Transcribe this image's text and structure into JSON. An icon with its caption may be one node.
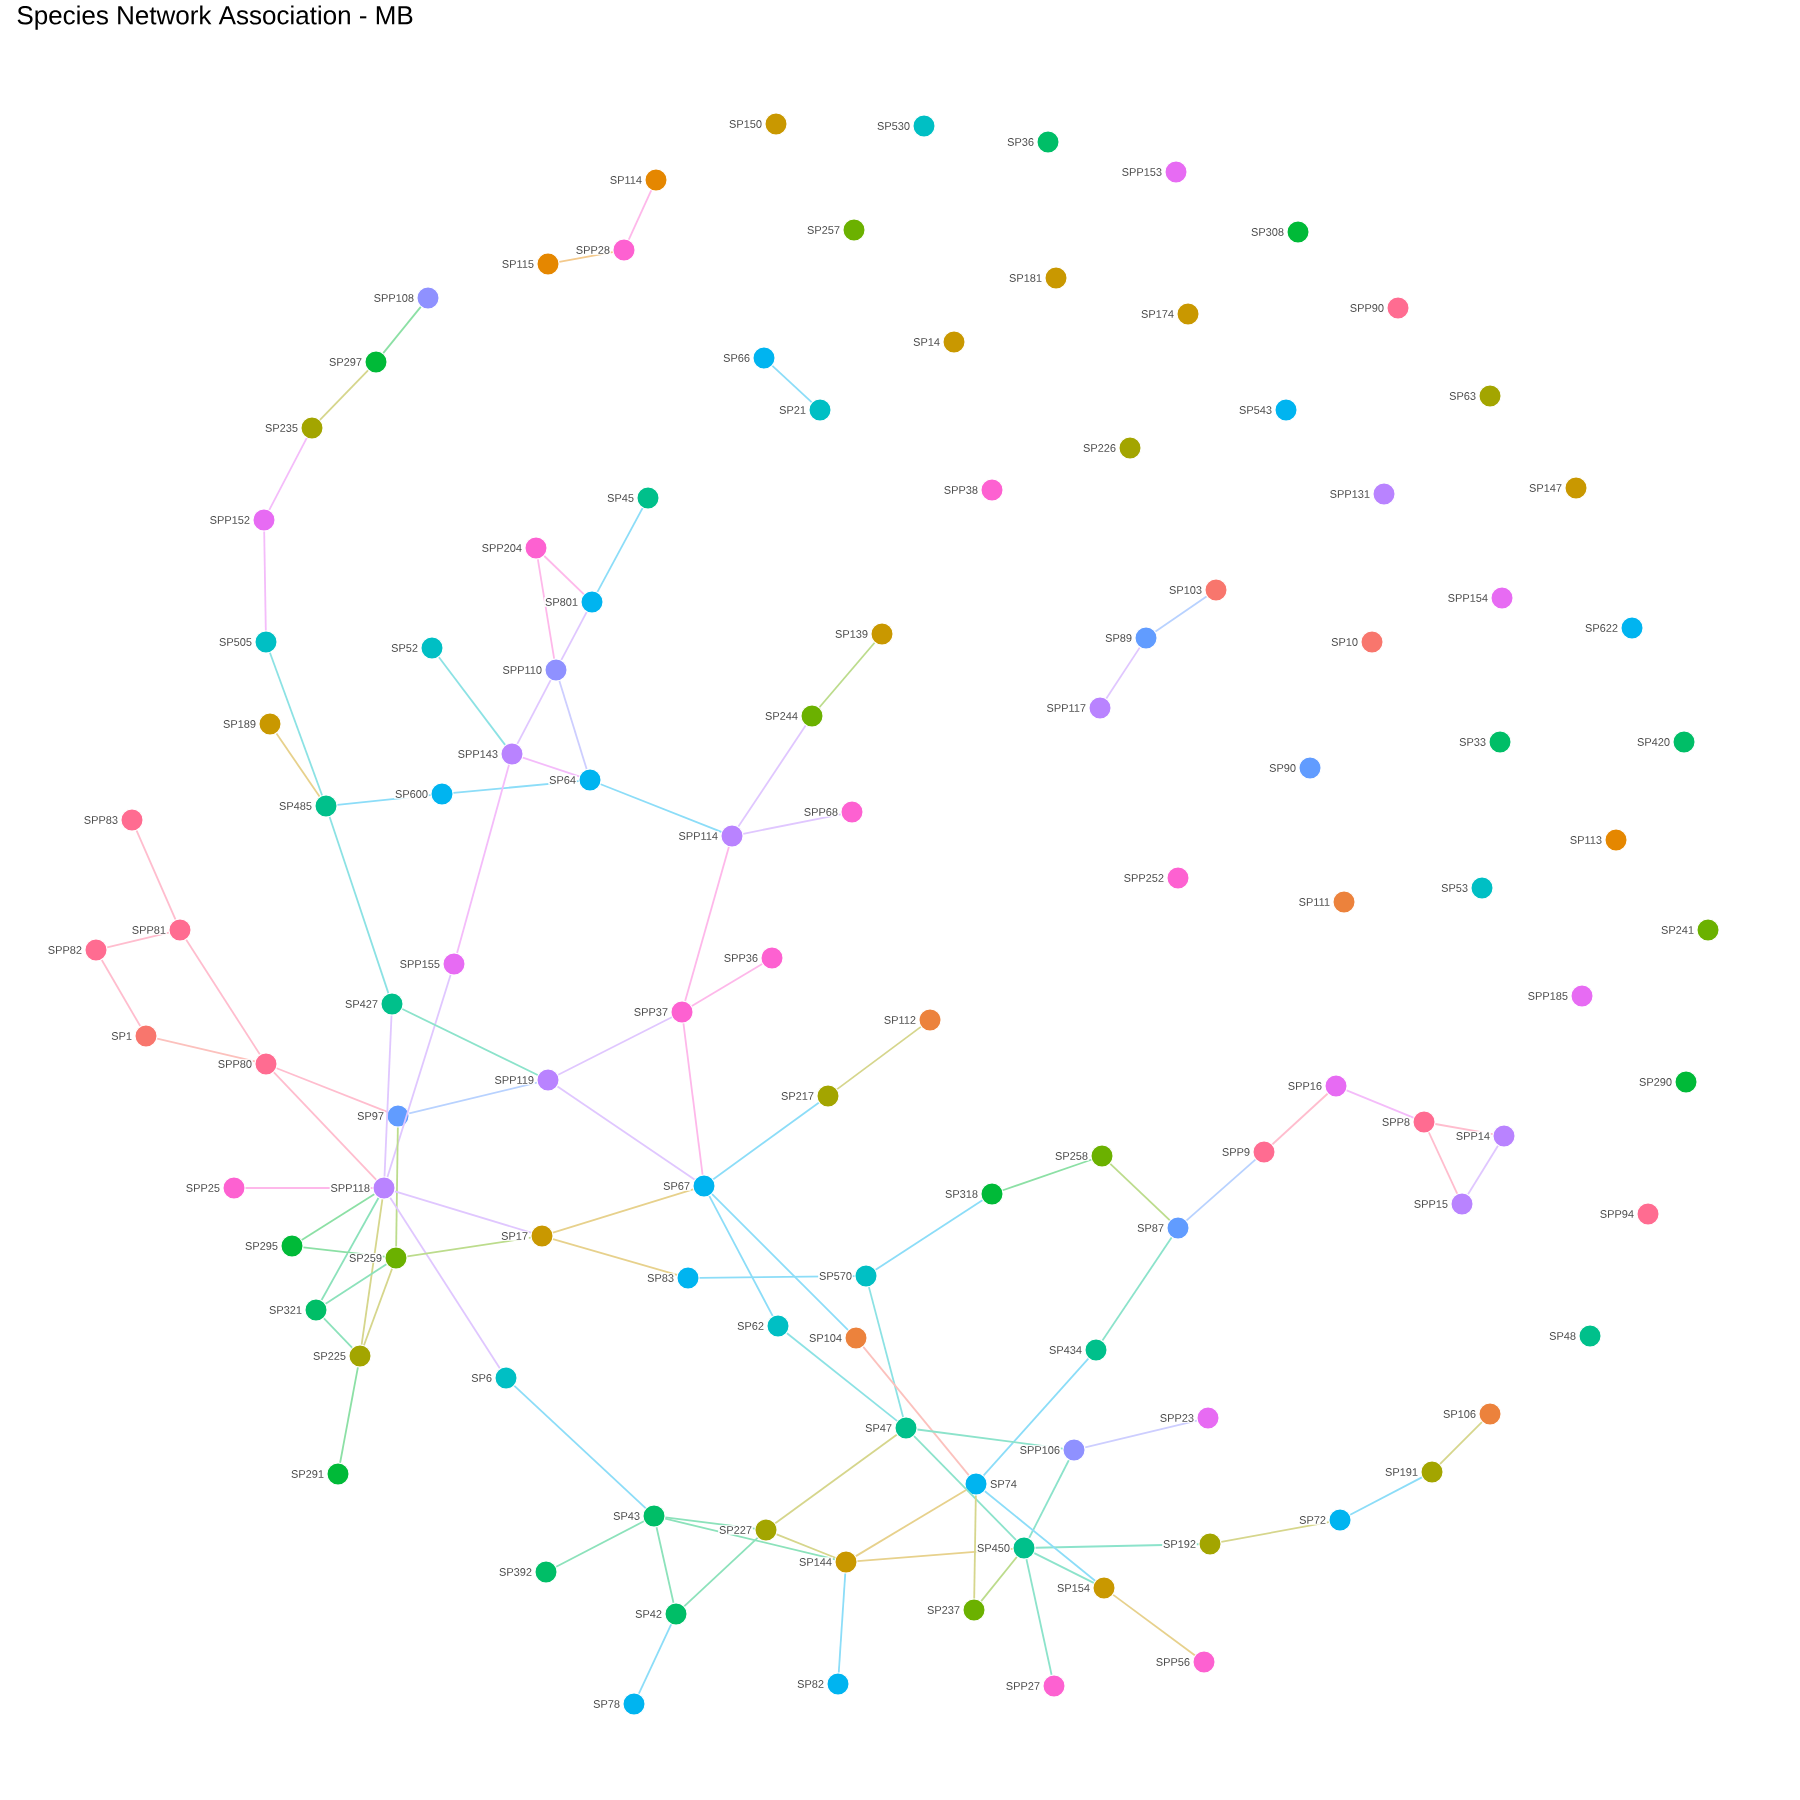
{
  "diagram": {
    "title": "Species Network Association - MB",
    "nodes": [
      {
        "text": [
          "SP150"
        ]
      },
      {
        "text": [
          "SP530"
        ]
      },
      {
        "text": [
          "SP36"
        ]
      },
      {
        "text": [
          "SPP153"
        ]
      },
      {
        "text": [
          "SP114"
        ]
      },
      {
        "text": [
          "SPP28"
        ]
      },
      {
        "text": [
          "SP115"
        ]
      },
      {
        "text": [
          "SP257"
        ]
      },
      {
        "text": [
          "SP308"
        ]
      },
      {
        "text": [
          "SP181"
        ]
      },
      {
        "text": [
          "SPP108"
        ]
      },
      {
        "text": [
          "SPP90"
        ]
      },
      {
        "text": [
          "SP174"
        ]
      },
      {
        "text": [
          "SP14"
        ]
      },
      {
        "text": [
          "SP66"
        ]
      },
      {
        "text": [
          "SP297"
        ]
      },
      {
        "text": [
          "SP21"
        ]
      },
      {
        "text": [
          "SP543"
        ]
      },
      {
        "text": [
          "SP63"
        ]
      },
      {
        "text": [
          "SP235"
        ]
      },
      {
        "text": [
          "SP226"
        ]
      },
      {
        "text": [
          "SPP38"
        ]
      },
      {
        "text": [
          "SPP131"
        ]
      },
      {
        "text": [
          "SP147"
        ]
      },
      {
        "text": [
          "SP45"
        ]
      },
      {
        "text": [
          "SPP152"
        ]
      },
      {
        "text": [
          "SPP204"
        ]
      },
      {
        "text": [
          "SP103"
        ]
      },
      {
        "text": [
          "SPP154"
        ]
      },
      {
        "text": [
          "SP801"
        ]
      },
      {
        "text": [
          "SP622"
        ]
      },
      {
        "text": [
          "SP139"
        ]
      },
      {
        "text": [
          "SP89"
        ]
      },
      {
        "text": [
          "SP10"
        ]
      },
      {
        "text": [
          "SP505"
        ]
      },
      {
        "text": [
          "SP52"
        ]
      },
      {
        "text": [
          "SPP110"
        ]
      },
      {
        "text": [
          "SPP117"
        ]
      },
      {
        "text": [
          "SP244"
        ]
      },
      {
        "text": [
          "SP189"
        ]
      },
      {
        "text": [
          "SP33"
        ]
      },
      {
        "text": [
          "SP420"
        ]
      },
      {
        "text": [
          "SPP143"
        ]
      },
      {
        "text": [
          "SP90"
        ]
      },
      {
        "text": [
          "SP64"
        ]
      },
      {
        "text": [
          "SP600"
        ]
      },
      {
        "text": [
          "SP485"
        ]
      },
      {
        "text": [
          "SPP68"
        ]
      },
      {
        "text": [
          "SPP83"
        ]
      },
      {
        "text": [
          "SPP114"
        ]
      },
      {
        "text": [
          "SP113"
        ]
      },
      {
        "text": [
          "SPP252"
        ]
      },
      {
        "text": [
          "SP53"
        ]
      },
      {
        "text": [
          "SP111"
        ]
      },
      {
        "text": [
          "SP241"
        ]
      },
      {
        "text": [
          "SPP81"
        ]
      },
      {
        "text": [
          "SPP82"
        ]
      },
      {
        "text": [
          "SPP36"
        ]
      },
      {
        "text": [
          "SPP155"
        ]
      },
      {
        "text": [
          "SPP185"
        ]
      },
      {
        "text": [
          "SP427"
        ]
      },
      {
        "text": [
          "SPP37"
        ]
      },
      {
        "text": [
          "SP112"
        ]
      },
      {
        "text": [
          "SP1"
        ]
      },
      {
        "text": [
          "SPP80"
        ]
      },
      {
        "text": [
          "SPP119"
        ]
      },
      {
        "text": [
          "SP290"
        ]
      },
      {
        "text": [
          "SPP16"
        ]
      },
      {
        "text": [
          "SP217"
        ]
      },
      {
        "text": [
          "SP97"
        ]
      },
      {
        "text": [
          "SPP8"
        ]
      },
      {
        "text": [
          "SPP14"
        ]
      },
      {
        "text": [
          "SPP9"
        ]
      },
      {
        "text": [
          "SP258"
        ]
      },
      {
        "text": [
          "SPP25"
        ]
      },
      {
        "text": [
          "SPP118"
        ]
      },
      {
        "text": [
          "SP67"
        ]
      },
      {
        "text": [
          "SP318"
        ]
      },
      {
        "text": [
          "SPP15"
        ]
      },
      {
        "text": [
          "SPP94"
        ]
      },
      {
        "text": [
          "SP87"
        ]
      },
      {
        "text": [
          "SP17"
        ]
      },
      {
        "text": [
          "SP295"
        ]
      },
      {
        "text": [
          "SP259"
        ]
      },
      {
        "text": [
          "SP83"
        ]
      },
      {
        "text": [
          "SP570"
        ]
      },
      {
        "text": [
          "SP321"
        ]
      },
      {
        "text": [
          "SP62"
        ]
      },
      {
        "text": [
          "SP48"
        ]
      },
      {
        "text": [
          "SP104"
        ]
      },
      {
        "text": [
          "SP434"
        ]
      },
      {
        "text": [
          "SP225"
        ]
      },
      {
        "text": [
          "SP6"
        ]
      },
      {
        "text": [
          "SP106"
        ]
      },
      {
        "text": [
          "SPP23"
        ]
      },
      {
        "text": [
          "SP47"
        ]
      },
      {
        "text": [
          "SPP106"
        ]
      },
      {
        "text": [
          "SP191"
        ]
      },
      {
        "text": [
          "SP291"
        ]
      },
      {
        "text": [
          "SP74"
        ]
      },
      {
        "text": [
          "SP43"
        ]
      },
      {
        "text": [
          "SP72"
        ]
      },
      {
        "text": [
          "SP227"
        ]
      },
      {
        "text": [
          "SP192"
        ]
      },
      {
        "text": [
          "SP450"
        ]
      },
      {
        "text": [
          "SP144"
        ]
      },
      {
        "text": [
          "SP392"
        ]
      },
      {
        "text": [
          "SP154"
        ]
      },
      {
        "text": [
          "SP237"
        ]
      },
      {
        "text": [
          "SP42"
        ]
      },
      {
        "text": [
          "SPP56"
        ]
      },
      {
        "text": [
          "SP82"
        ]
      },
      {
        "text": [
          "SPP27"
        ]
      },
      {
        "text": [
          "SP78"
        ]
      }
    ],
    "edges": [
      {
        "from": 6,
        "to": 5,
        "arrow": "none",
        "color": "#f3c98c"
      },
      {
        "from": 4,
        "to": 5,
        "arrow": "none",
        "color": "#feb8ea"
      },
      {
        "from": 10,
        "to": 15,
        "arrow": "none",
        "color": "#8ce0a5"
      },
      {
        "from": 15,
        "to": 19,
        "arrow": "none",
        "color": "#d6d68c"
      },
      {
        "from": 19,
        "to": 25,
        "arrow": "none",
        "color": "#f4bcfa"
      },
      {
        "from": 25,
        "to": 34,
        "arrow": "none",
        "color": "#f4bcfa"
      },
      {
        "from": 34,
        "to": 46,
        "arrow": "none",
        "color": "#8ce2e4"
      },
      {
        "from": 39,
        "to": 46,
        "arrow": "none",
        "color": "#e7d18c"
      },
      {
        "from": 46,
        "to": 45,
        "arrow": "none",
        "color": "#8cddf8"
      },
      {
        "from": 45,
        "to": 44,
        "arrow": "none",
        "color": "#8cddf8"
      },
      {
        "from": 46,
        "to": 60,
        "arrow": "none",
        "color": "#8ce2e4"
      },
      {
        "from": 14,
        "to": 16,
        "arrow": "none",
        "color": "#8cddf8"
      },
      {
        "from": 24,
        "to": 29,
        "arrow": "none",
        "color": "#8cddf8"
      },
      {
        "from": 26,
        "to": 29,
        "arrow": "none",
        "color": "#feb8ea"
      },
      {
        "from": 26,
        "to": 36,
        "arrow": "none",
        "color": "#feb8ea"
      },
      {
        "from": 29,
        "to": 36,
        "arrow": "none",
        "color": "#e0c7ff"
      },
      {
        "from": 36,
        "to": 44,
        "arrow": "none",
        "color": "#cdceff"
      },
      {
        "from": 36,
        "to": 42,
        "arrow": "none",
        "color": "#e0c7ff"
      },
      {
        "from": 35,
        "to": 42,
        "arrow": "none",
        "color": "#8ce2e4"
      },
      {
        "from": 42,
        "to": 44,
        "arrow": "none",
        "color": "#f4bcfa"
      },
      {
        "from": 42,
        "to": 58,
        "arrow": "none",
        "color": "#f4bcfa"
      },
      {
        "from": 44,
        "to": 49,
        "arrow": "none",
        "color": "#8cddf8"
      },
      {
        "from": 31,
        "to": 38,
        "arrow": "none",
        "color": "#bcdc8c"
      },
      {
        "from": 38,
        "to": 49,
        "arrow": "none",
        "color": "#e0c7ff"
      },
      {
        "from": 49,
        "to": 47,
        "arrow": "none",
        "color": "#e0c7ff"
      },
      {
        "from": 49,
        "to": 61,
        "arrow": "none",
        "color": "#feb8ea"
      },
      {
        "from": 27,
        "to": 32,
        "arrow": "none",
        "color": "#b8d2ff"
      },
      {
        "from": 32,
        "to": 37,
        "arrow": "none",
        "color": "#e0c7ff"
      },
      {
        "from": 48,
        "to": 55,
        "arrow": "none",
        "color": "#ffbdce"
      },
      {
        "from": 55,
        "to": 56,
        "arrow": "none",
        "color": "#ffbdce"
      },
      {
        "from": 56,
        "to": 63,
        "arrow": "none",
        "color": "#ffbdce"
      },
      {
        "from": 55,
        "to": 64,
        "arrow": "none",
        "color": "#ffbdce"
      },
      {
        "from": 63,
        "to": 64,
        "arrow": "none",
        "color": "#fcc1bd"
      },
      {
        "from": 64,
        "to": 69,
        "arrow": "none",
        "color": "#ffbdce"
      },
      {
        "from": 64,
        "to": 75,
        "arrow": "none",
        "color": "#ffbdce"
      },
      {
        "from": 58,
        "to": 75,
        "arrow": "none",
        "color": "#e0c7ff"
      },
      {
        "from": 60,
        "to": 75,
        "arrow": "none",
        "color": "#e0c7ff"
      },
      {
        "from": 60,
        "to": 65,
        "arrow": "none",
        "color": "#8ce3cb"
      },
      {
        "from": 69,
        "to": 65,
        "arrow": "none",
        "color": "#b8d2ff"
      },
      {
        "from": 65,
        "to": 61,
        "arrow": "none",
        "color": "#e0c7ff"
      },
      {
        "from": 65,
        "to": 76,
        "arrow": "none",
        "color": "#e0c7ff"
      },
      {
        "from": 61,
        "to": 57,
        "arrow": "none",
        "color": "#feb8ea"
      },
      {
        "from": 61,
        "to": 76,
        "arrow": "none",
        "color": "#feb8ea"
      },
      {
        "from": 62,
        "to": 68,
        "arrow": "none",
        "color": "#d6d68c"
      },
      {
        "from": 68,
        "to": 76,
        "arrow": "none",
        "color": "#8cddf8"
      },
      {
        "from": 69,
        "to": 83,
        "arrow": "none",
        "color": "#bcdc8c"
      },
      {
        "from": 74,
        "to": 75,
        "arrow": "none",
        "color": "#feb8ea"
      },
      {
        "from": 75,
        "to": 82,
        "arrow": "none",
        "color": "#8ce0a5"
      },
      {
        "from": 75,
        "to": 86,
        "arrow": "none",
        "color": "#8ce2bb"
      },
      {
        "from": 75,
        "to": 91,
        "arrow": "none",
        "color": "#d6d68c"
      },
      {
        "from": 75,
        "to": 81,
        "arrow": "none",
        "color": "#e0c7ff"
      },
      {
        "from": 75,
        "to": 92,
        "arrow": "none",
        "color": "#e0c7ff"
      },
      {
        "from": 82,
        "to": 83,
        "arrow": "none",
        "color": "#8ce0a5"
      },
      {
        "from": 83,
        "to": 86,
        "arrow": "none",
        "color": "#8ce2bb"
      },
      {
        "from": 83,
        "to": 91,
        "arrow": "none",
        "color": "#d6d68c"
      },
      {
        "from": 83,
        "to": 81,
        "arrow": "none",
        "color": "#bcdc8c"
      },
      {
        "from": 86,
        "to": 91,
        "arrow": "none",
        "color": "#8ce2bb"
      },
      {
        "from": 91,
        "to": 98,
        "arrow": "none",
        "color": "#8ce0a5"
      },
      {
        "from": 81,
        "to": 76,
        "arrow": "none",
        "color": "#e7d18c"
      },
      {
        "from": 81,
        "to": 84,
        "arrow": "none",
        "color": "#e7d18c"
      },
      {
        "from": 76,
        "to": 87,
        "arrow": "none",
        "color": "#8cddf8"
      },
      {
        "from": 76,
        "to": 89,
        "arrow": "none",
        "color": "#8cddf8"
      },
      {
        "from": 84,
        "to": 85,
        "arrow": "none",
        "color": "#8cddf8"
      },
      {
        "from": 85,
        "to": 77,
        "arrow": "none",
        "color": "#8cddf8"
      },
      {
        "from": 77,
        "to": 73,
        "arrow": "none",
        "color": "#8ce0a5"
      },
      {
        "from": 73,
        "to": 80,
        "arrow": "none",
        "color": "#bcdc8c"
      },
      {
        "from": 80,
        "to": 72,
        "arrow": "none",
        "color": "#b8d2ff"
      },
      {
        "from": 72,
        "to": 67,
        "arrow": "none",
        "color": "#ffbdce"
      },
      {
        "from": 67,
        "to": 70,
        "arrow": "none",
        "color": "#f4bcfa"
      },
      {
        "from": 70,
        "to": 71,
        "arrow": "none",
        "color": "#ffbdce"
      },
      {
        "from": 70,
        "to": 78,
        "arrow": "none",
        "color": "#ffbdce"
      },
      {
        "from": 71,
        "to": 78,
        "arrow": "none",
        "color": "#e0c7ff"
      },
      {
        "from": 80,
        "to": 90,
        "arrow": "none",
        "color": "#8ce3cb"
      },
      {
        "from": 90,
        "to": 99,
        "arrow": "none",
        "color": "#8cddf8"
      },
      {
        "from": 85,
        "to": 95,
        "arrow": "none",
        "color": "#8ce2e4"
      },
      {
        "from": 87,
        "to": 95,
        "arrow": "none",
        "color": "#8ce2e4"
      },
      {
        "from": 89,
        "to": 99,
        "arrow": "none",
        "color": "#fcc1bd"
      },
      {
        "from": 95,
        "to": 96,
        "arrow": "none",
        "color": "#8ce3cb"
      },
      {
        "from": 95,
        "to": 104,
        "arrow": "none",
        "color": "#8ce3cb"
      },
      {
        "from": 96,
        "to": 94,
        "arrow": "none",
        "color": "#cdceff"
      },
      {
        "from": 96,
        "to": 104,
        "arrow": "none",
        "color": "#8ce3cb"
      },
      {
        "from": 104,
        "to": 103,
        "arrow": "none",
        "color": "#8ce3cb"
      },
      {
        "from": 104,
        "to": 107,
        "arrow": "none",
        "color": "#8ce3cb"
      },
      {
        "from": 104,
        "to": 112,
        "arrow": "none",
        "color": "#8ce3cb"
      },
      {
        "from": 104,
        "to": 108,
        "arrow": "none",
        "color": "#bcdc8c"
      },
      {
        "from": 104,
        "to": 105,
        "arrow": "none",
        "color": "#e7d18c"
      },
      {
        "from": 99,
        "to": 107,
        "arrow": "none",
        "color": "#8cddf8"
      },
      {
        "from": 99,
        "to": 105,
        "arrow": "none",
        "color": "#e7d18c"
      },
      {
        "from": 99,
        "to": 108,
        "arrow": "none",
        "color": "#d6d68c"
      },
      {
        "from": 107,
        "to": 110,
        "arrow": "none",
        "color": "#e7d18c"
      },
      {
        "from": 103,
        "to": 101,
        "arrow": "none",
        "color": "#d6d68c"
      },
      {
        "from": 101,
        "to": 97,
        "arrow": "none",
        "color": "#8cddf8"
      },
      {
        "from": 97,
        "to": 93,
        "arrow": "none",
        "color": "#d6d68c"
      },
      {
        "from": 95,
        "to": 102,
        "arrow": "none",
        "color": "#d6d68c"
      },
      {
        "from": 100,
        "to": 102,
        "arrow": "none",
        "color": "#8ce2bb"
      },
      {
        "from": 100,
        "to": 105,
        "arrow": "none",
        "color": "#8ce2bb"
      },
      {
        "from": 102,
        "to": 105,
        "arrow": "none",
        "color": "#d6d68c"
      },
      {
        "from": 102,
        "to": 109,
        "arrow": "none",
        "color": "#8ce2bb"
      },
      {
        "from": 100,
        "to": 109,
        "arrow": "none",
        "color": "#8ce2bb"
      },
      {
        "from": 100,
        "to": 106,
        "arrow": "none",
        "color": "#8ce2bb"
      },
      {
        "from": 100,
        "to": 92,
        "arrow": "none",
        "color": "#8cddf8"
      },
      {
        "from": 109,
        "to": 113,
        "arrow": "none",
        "color": "#8cddf8"
      },
      {
        "from": 105,
        "to": 111,
        "arrow": "none",
        "color": "#8cddf8"
      }
    ]
  }
}
